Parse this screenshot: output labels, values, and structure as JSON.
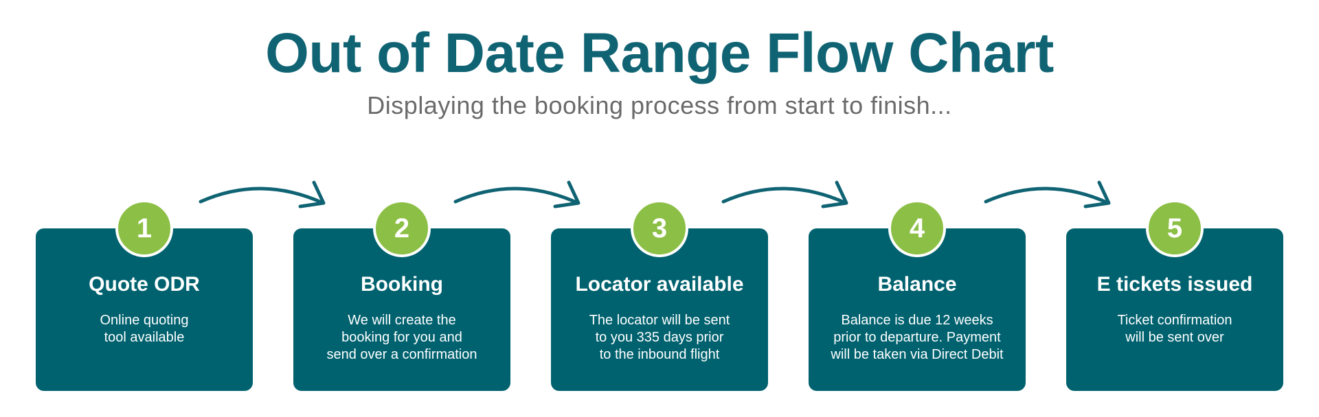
{
  "title": "Out of Date Range Flow Chart",
  "subtitle": "Displaying the booking process from start to finish...",
  "colors": {
    "title": "#0f6373",
    "card": "#00626f",
    "badge": "#8cbf45",
    "subtitle": "#6a6a6a"
  },
  "steps": [
    {
      "number": "1",
      "title": "Quote ODR",
      "description": "Online quoting\ntool available"
    },
    {
      "number": "2",
      "title": "Booking",
      "description": "We will create the\nbooking for you and\nsend over a confirmation"
    },
    {
      "number": "3",
      "title": "Locator available",
      "description": "The locator will be sent\nto you 335 days prior\nto the inbound flight"
    },
    {
      "number": "4",
      "title": "Balance",
      "description": "Balance is due 12 weeks\nprior to departure. Payment\nwill be taken via Direct Debit"
    },
    {
      "number": "5",
      "title": "E tickets issued",
      "description": "Ticket confirmation\nwill be sent over"
    }
  ]
}
